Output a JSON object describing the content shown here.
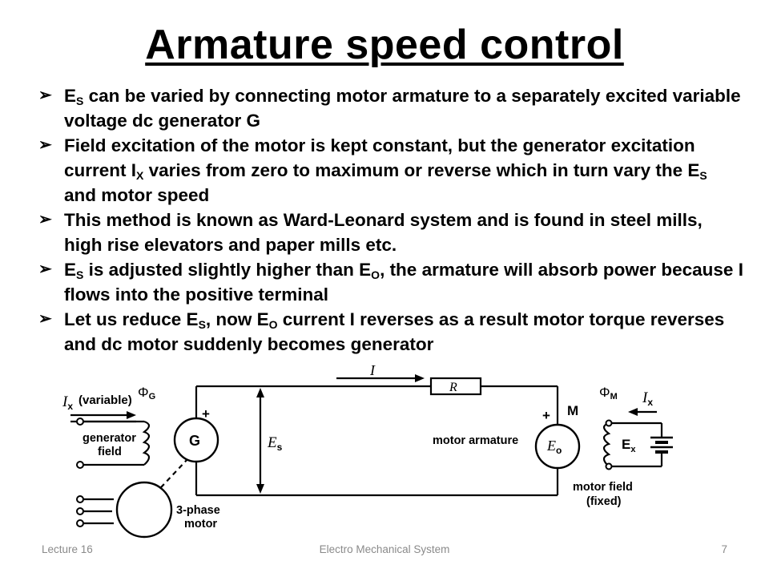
{
  "title": "Armature speed control",
  "bullets": [
    {
      "parts": [
        {
          "t": "E"
        },
        {
          "s": "S"
        },
        {
          "t": " can be varied  by connecting motor armature to a separately excited variable voltage dc generator G"
        }
      ]
    },
    {
      "parts": [
        {
          "t": "Field excitation of the motor is kept constant, but the generator excitation current I"
        },
        {
          "s": "X"
        },
        {
          "t": " varies from zero to maximum or reverse which in turn vary the E"
        },
        {
          "s": "S"
        },
        {
          "t": " and motor speed"
        }
      ]
    },
    {
      "parts": [
        {
          "t": "This method is known as Ward-Leonard system and is found in steel mills, high rise elevators and paper mills etc."
        }
      ]
    },
    {
      "parts": [
        {
          "t": "E"
        },
        {
          "s": "S"
        },
        {
          "t": " is adjusted slightly higher than E"
        },
        {
          "s": "O"
        },
        {
          "t": ", the armature will absorb power because I flows into the positive terminal"
        }
      ]
    },
    {
      "parts": [
        {
          "t": "Let us reduce E"
        },
        {
          "s": "S"
        },
        {
          "t": ", now E"
        },
        {
          "s": "O"
        },
        {
          "t": " current I reverses as a result motor torque reverses and dc motor suddenly becomes generator"
        }
      ]
    }
  ],
  "diagram": {
    "ix_symbol": "I",
    "ix_sub": "x",
    "variable_label": "(variable)",
    "phi_g": "Φ",
    "phi_g_sub": "G",
    "generator_field_line1": "generator",
    "generator_field_line2": "field",
    "plus_g": "+",
    "generator_letter": "G",
    "es_symbol": "E",
    "es_sub": "s",
    "current_i": "I",
    "resistor_r": "R",
    "motor_armature": "motor armature",
    "plus_m": "+",
    "m_label": "M",
    "eo_symbol": "E",
    "eo_sub": "o",
    "phi_m": "Φ",
    "phi_m_sub": "M",
    "ix2_symbol": "I",
    "ix2_sub": "x",
    "ex_symbol": "E",
    "ex_sub": "x",
    "three_phase_line1": "3-phase",
    "three_phase_line2": "motor",
    "motor_field_line1": "motor field",
    "motor_field_line2": "(fixed)"
  },
  "footer": {
    "left": "Lecture 16",
    "center": "Electro Mechanical System",
    "page": "7"
  }
}
